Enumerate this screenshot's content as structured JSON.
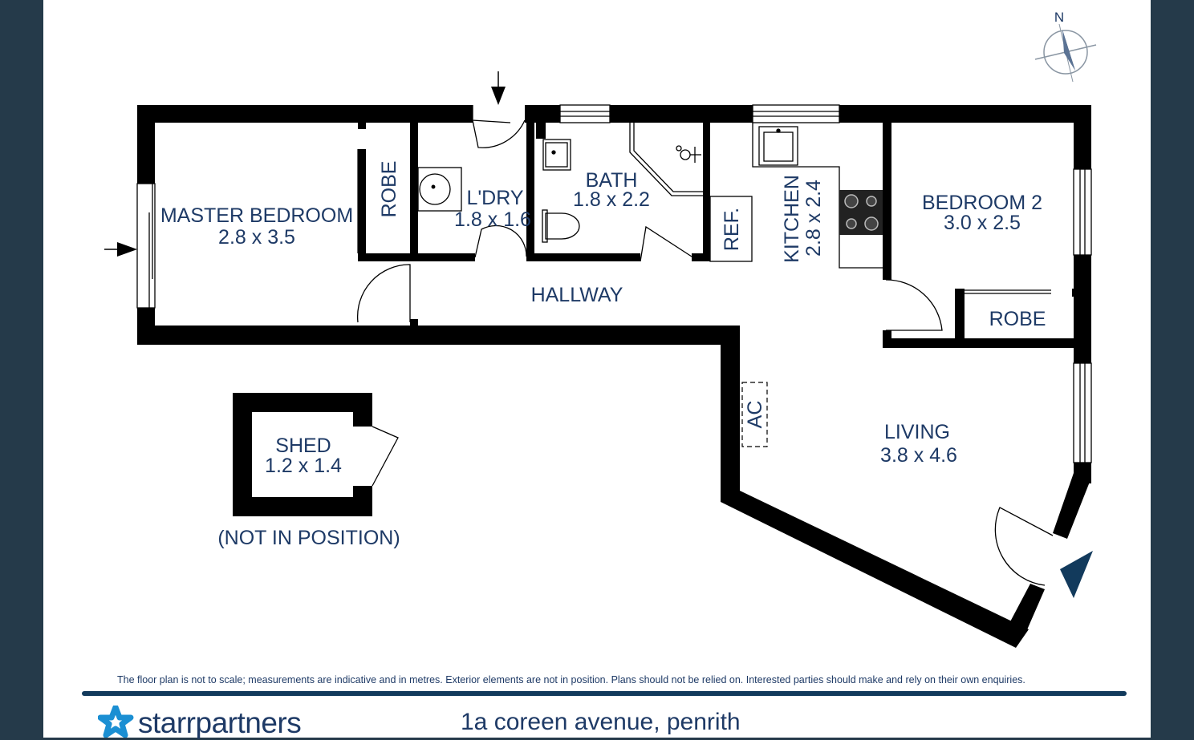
{
  "compass": {
    "north_label": "N"
  },
  "rooms": {
    "master_bedroom": {
      "name": "MASTER BEDROOM",
      "size": "2.8 x 3.5"
    },
    "robe_master": {
      "name": "ROBE"
    },
    "laundry": {
      "name": "L'DRY",
      "size": "1.8 x 1.6"
    },
    "bath": {
      "name": "BATH",
      "size": "1.8 x 2.2"
    },
    "fridge": {
      "name": "REF."
    },
    "kitchen": {
      "name": "KITCHEN",
      "size": "2.8 x 2.4"
    },
    "bedroom2": {
      "name": "BEDROOM 2",
      "size": "3.0 x 2.5"
    },
    "robe_bed2": {
      "name": "ROBE"
    },
    "hallway": {
      "name": "HALLWAY"
    },
    "ac": {
      "name": "AC"
    },
    "living": {
      "name": "LIVING",
      "size": "3.8 x 4.6"
    },
    "shed": {
      "name": "SHED",
      "size": "1.2 x 1.4",
      "note": "(NOT IN POSITION)"
    }
  },
  "footer": {
    "disclaimer": "The floor plan is not to scale; measurements are indicative and in metres. Exterior elements are not in position. Plans should not be relied on. Interested parties should make and rely on their own enquiries.",
    "brand": "starrpartners",
    "address": "1a coreen avenue, penrith"
  },
  "colors": {
    "background": "#253a4a",
    "wall": "#000000",
    "text": "#1e3a66",
    "accent": "#123a5c",
    "brand_star": "#1b8fd3"
  }
}
